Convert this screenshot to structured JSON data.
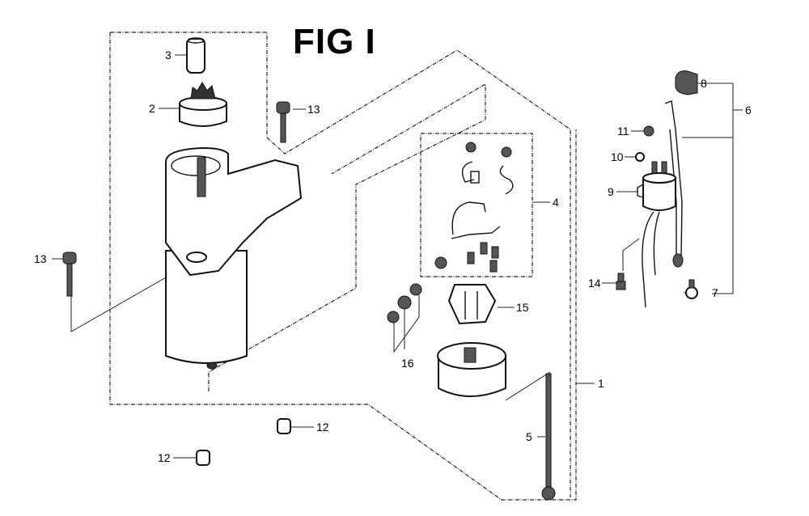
{
  "figure": {
    "title": "FIG I"
  },
  "callouts": [
    {
      "id": "3",
      "label": "3",
      "part": "pinion-stop-collar"
    },
    {
      "id": "2",
      "label": "2",
      "part": "pinion-gear"
    },
    {
      "id": "13a",
      "label": "13",
      "part": "flange-bolt-upper"
    },
    {
      "id": "13b",
      "label": "13",
      "part": "flange-bolt-left"
    },
    {
      "id": "4",
      "label": "4",
      "part": "brush-kit"
    },
    {
      "id": "15",
      "label": "15",
      "part": "brush-holder"
    },
    {
      "id": "16",
      "label": "16",
      "part": "nut-set"
    },
    {
      "id": "1",
      "label": "1",
      "part": "starter-motor-assembly"
    },
    {
      "id": "5",
      "label": "5",
      "part": "through-bolt"
    },
    {
      "id": "12a",
      "label": "12",
      "part": "collar-upper"
    },
    {
      "id": "12b",
      "label": "12",
      "part": "collar-lower"
    },
    {
      "id": "8",
      "label": "8",
      "part": "terminal-cap"
    },
    {
      "id": "6",
      "label": "6",
      "part": "starter-cable-assembly"
    },
    {
      "id": "11",
      "label": "11",
      "part": "nut-small"
    },
    {
      "id": "10",
      "label": "10",
      "part": "nut"
    },
    {
      "id": "9",
      "label": "9",
      "part": "starter-solenoid"
    },
    {
      "id": "14",
      "label": "14",
      "part": "solenoid-bolt"
    },
    {
      "id": "7",
      "label": "7",
      "part": "cable-terminal"
    }
  ]
}
